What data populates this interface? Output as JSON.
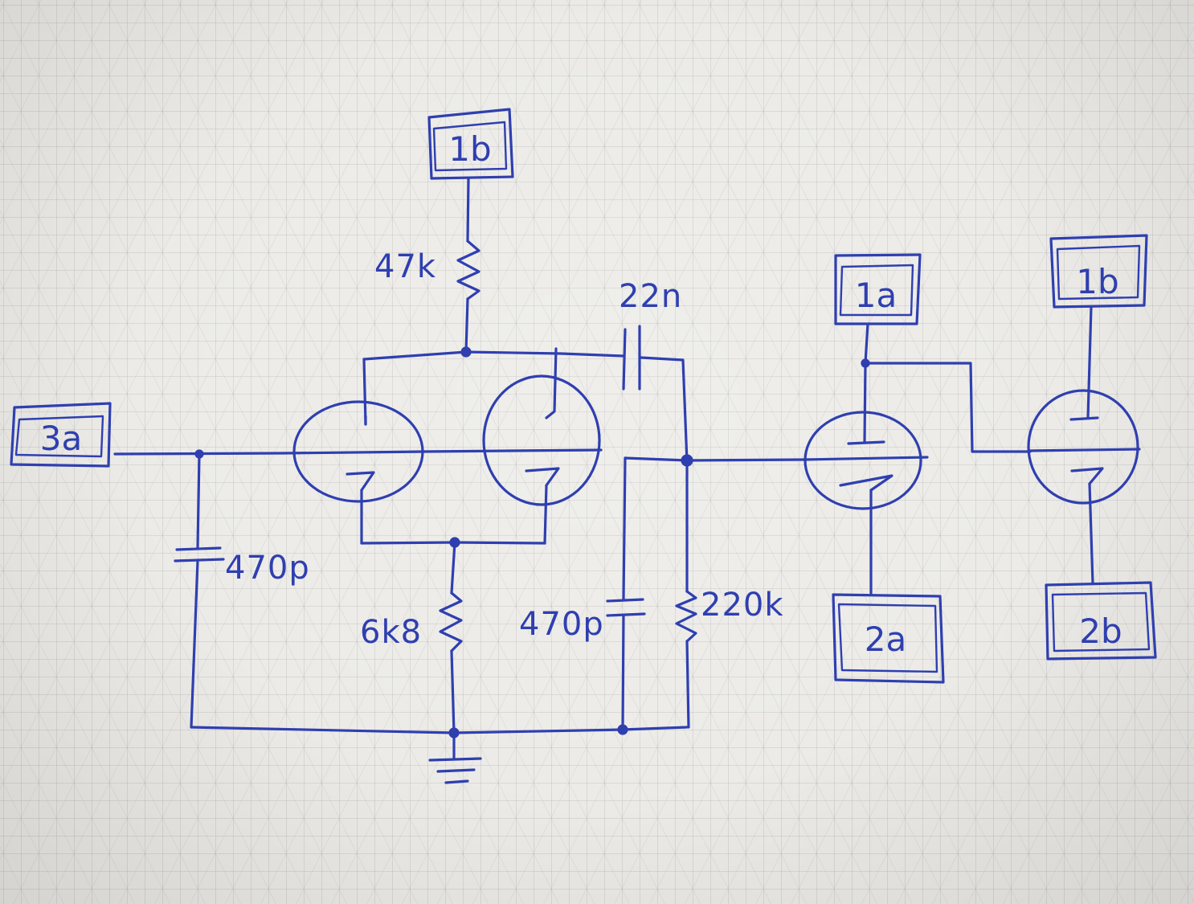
{
  "colors": {
    "ink": "#2f3fb0",
    "paper": "#ecebe7",
    "grid": "#b8b8bb"
  },
  "terminals": {
    "t_1b_top": "1b",
    "t_3a": "3a",
    "t_1a": "1a",
    "t_1b_right": "1b",
    "t_2a": "2a",
    "t_2b": "2b"
  },
  "components": {
    "r_plate": "47k",
    "c_coupling": "22n",
    "c_input": "470p",
    "r_cathode": "6k8",
    "c_grid": "470p",
    "r_grid": "220k"
  },
  "symbols": {
    "tube_1": "triode-tube-icon",
    "tube_2": "triode-tube-icon",
    "tube_3": "triode-tube-icon",
    "tube_4": "triode-tube-icon",
    "ground": "ground-icon"
  }
}
